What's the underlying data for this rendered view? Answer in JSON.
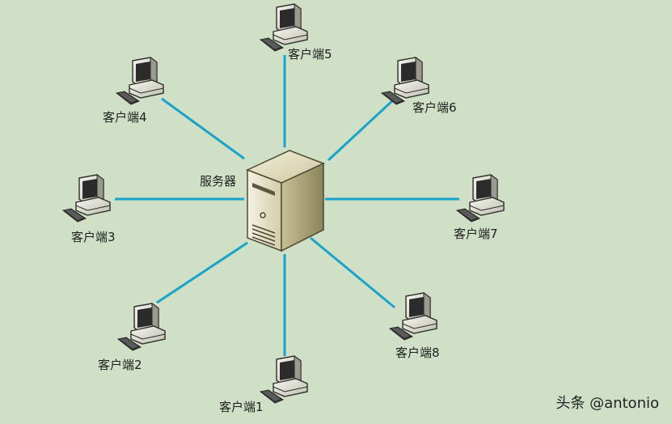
{
  "diagram": {
    "server": {
      "label": "服务器",
      "icon": "server-tower-icon"
    },
    "clients": [
      {
        "id": "1",
        "label": "客户端1",
        "icon": "computer-icon"
      },
      {
        "id": "2",
        "label": "客户端2",
        "icon": "computer-icon"
      },
      {
        "id": "3",
        "label": "客户端3",
        "icon": "computer-icon"
      },
      {
        "id": "4",
        "label": "客户端4",
        "icon": "computer-icon"
      },
      {
        "id": "5",
        "label": "客户端5",
        "icon": "computer-icon"
      },
      {
        "id": "6",
        "label": "客户端6",
        "icon": "computer-icon"
      },
      {
        "id": "7",
        "label": "客户端7",
        "icon": "computer-icon"
      },
      {
        "id": "8",
        "label": "客户端8",
        "icon": "computer-icon"
      }
    ],
    "topology": "star",
    "link_color": "#1aa3c8",
    "background_color": "#cfe0c7"
  },
  "watermark": {
    "text": "头条 @antonio"
  }
}
